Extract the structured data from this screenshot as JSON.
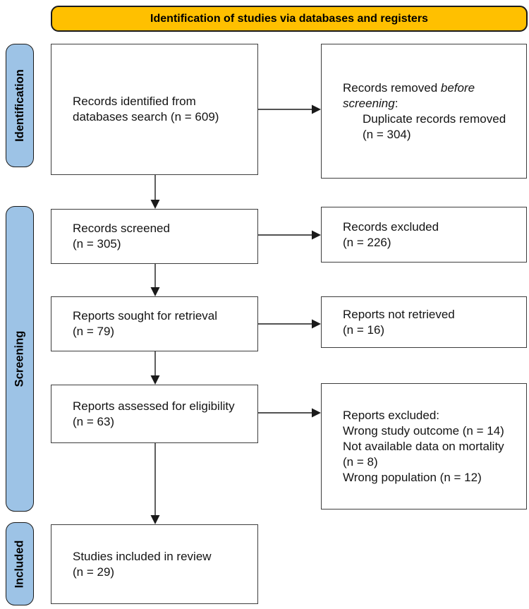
{
  "banner": {
    "title": "Identification of studies via databases and registers"
  },
  "sidebar": {
    "stages": [
      {
        "label": "Identification"
      },
      {
        "label": "Screening"
      },
      {
        "label": "Included"
      }
    ]
  },
  "flow": {
    "left_boxes": [
      {
        "name": "records-identified",
        "lines": [
          "Records identified from",
          "databases search (n = 609)"
        ]
      },
      {
        "name": "records-screened",
        "lines": [
          "Records screened",
          "(n = 305)"
        ]
      },
      {
        "name": "reports-sought",
        "lines": [
          "Reports sought for retrieval",
          "(n = 79)"
        ]
      },
      {
        "name": "reports-assessed",
        "lines": [
          "Reports assessed for eligibility",
          "(n = 63)"
        ]
      },
      {
        "name": "studies-included",
        "lines": [
          "Studies included in review",
          "(n = 29)"
        ]
      }
    ],
    "removed_box": {
      "line1_regular": "Records removed ",
      "line1_italic": "before",
      "line2_italic": "screening",
      "line2_regular": ":",
      "reason_lines": [
        "Duplicate records removed",
        "(n = 304)"
      ]
    },
    "right_boxes": [
      {
        "name": "records-excluded",
        "lines": [
          "Records excluded",
          "(n = 226)"
        ]
      },
      {
        "name": "reports-not-retrieved",
        "lines": [
          "Reports not retrieved",
          "(n = 16)"
        ]
      },
      {
        "name": "reports-excluded",
        "lines": [
          "Reports excluded:",
          "Wrong study outcome (n = 14)",
          "Not available data on mortality",
          "(n = 8)",
          "Wrong population (n = 12)"
        ]
      }
    ]
  },
  "colors": {
    "banner_fill": "#FFC000",
    "stage_fill": "#9DC3E6",
    "box_border": "#3d3d3d",
    "arrow": "#1a1a1a"
  }
}
